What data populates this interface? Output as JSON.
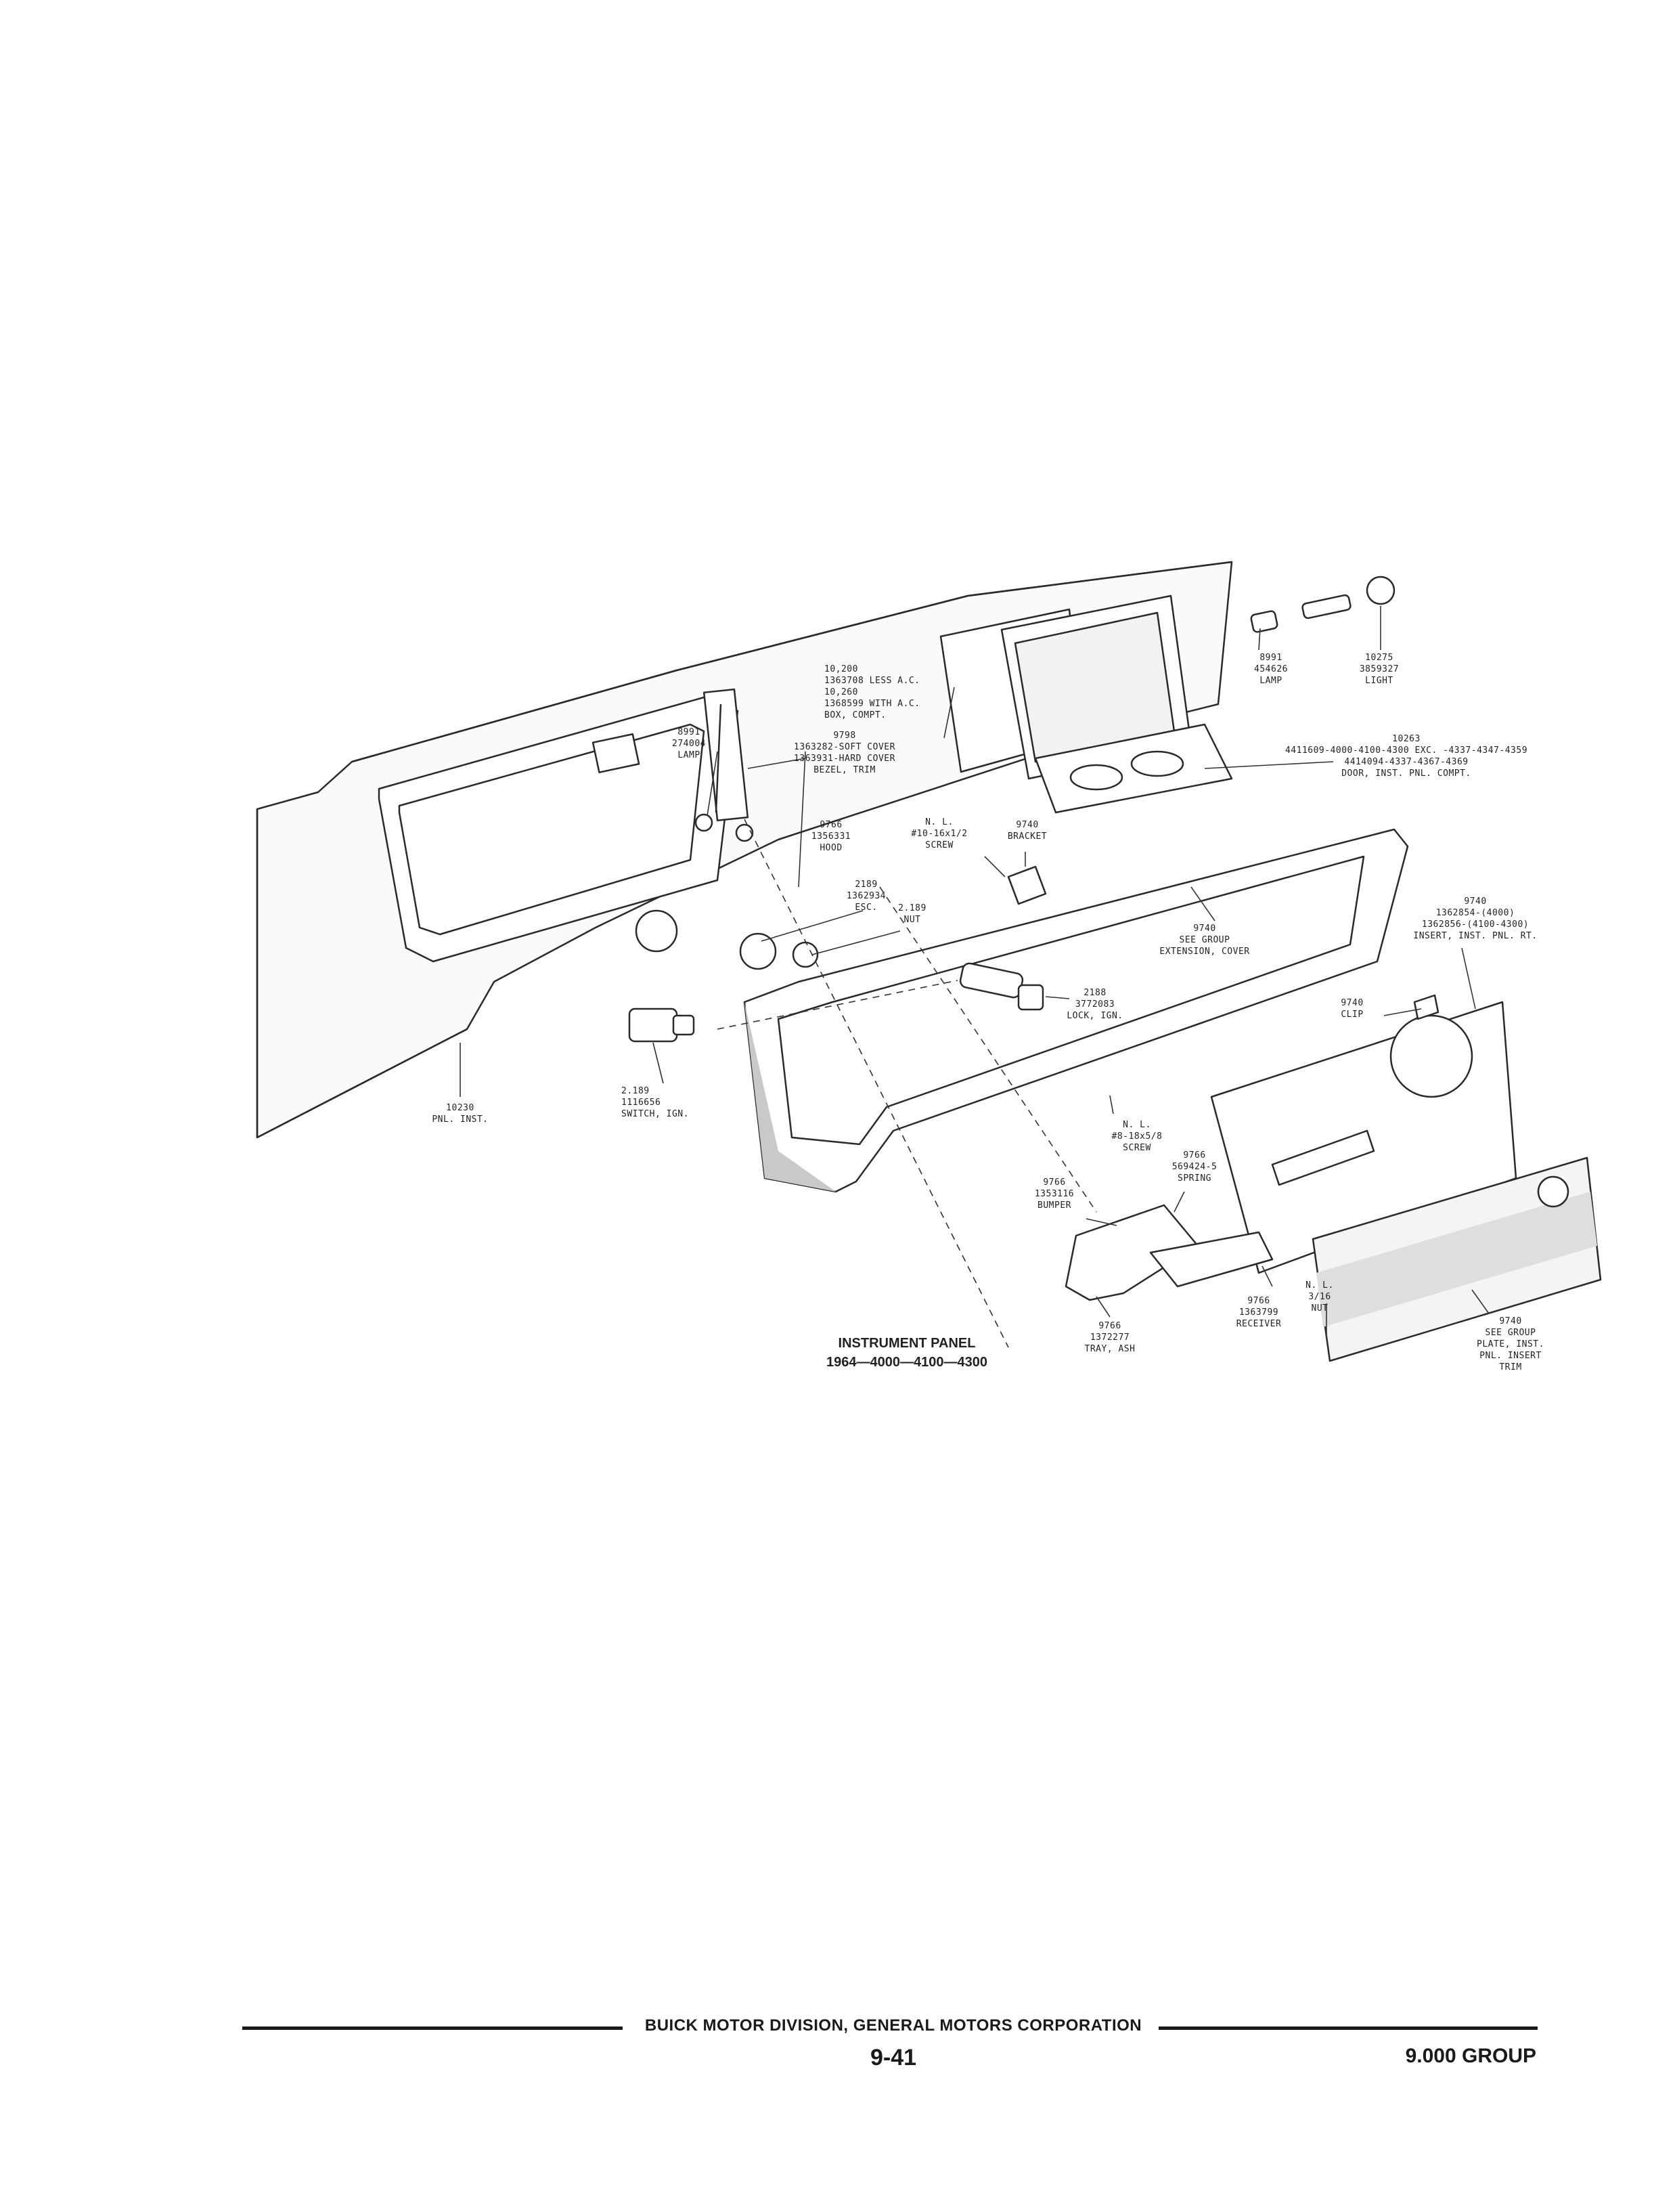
{
  "caption": {
    "title": "INSTRUMENT PANEL",
    "subtitle": "1964—4000—4100—4300"
  },
  "parts": [
    {
      "id": "10200",
      "lines": [
        "10,200",
        "1363708 LESS A.C.",
        "10,260",
        "1368599 WITH A.C.",
        "BOX, COMPT."
      ]
    },
    {
      "id": "8991-274004",
      "lines": [
        "8991",
        "274004",
        "LAMP"
      ]
    },
    {
      "id": "9798",
      "lines": [
        "9798",
        "1363282-SOFT COVER",
        "1363931-HARD COVER",
        "BEZEL, TRIM"
      ]
    },
    {
      "id": "9766-hood",
      "lines": [
        "9766",
        "1356331",
        "HOOD"
      ]
    },
    {
      "id": "nl-screw-10",
      "lines": [
        "N. L.",
        "#10-16x1/2",
        "SCREW"
      ]
    },
    {
      "id": "9740-bracket",
      "lines": [
        "9740",
        "BRACKET"
      ]
    },
    {
      "id": "8991-454626",
      "lines": [
        "8991",
        "454626",
        "LAMP"
      ]
    },
    {
      "id": "10275",
      "lines": [
        "10275",
        "3859327",
        "LIGHT"
      ]
    },
    {
      "id": "10263",
      "lines": [
        "10263",
        "4411609-4000-4100-4300 EXC. -4337-4347-4359",
        "4414094-4337-4367-4369",
        "DOOR, INST. PNL. COMPT."
      ]
    },
    {
      "id": "2189-esc",
      "lines": [
        "2189",
        "1362934",
        "ESC."
      ]
    },
    {
      "id": "2189-nut",
      "lines": [
        "2.189",
        "NUT"
      ]
    },
    {
      "id": "9740-extension",
      "lines": [
        "9740",
        "SEE GROUP",
        "EXTENSION, COVER"
      ]
    },
    {
      "id": "9740-insert",
      "lines": [
        "9740",
        "1362854-(4000)",
        "1362856-(4100-4300)",
        "INSERT, INST. PNL. RT."
      ]
    },
    {
      "id": "2188",
      "lines": [
        "2188",
        "3772083",
        "LOCK, IGN."
      ]
    },
    {
      "id": "9740-clip",
      "lines": [
        "9740",
        "CLIP"
      ]
    },
    {
      "id": "2189-switch",
      "lines": [
        "2.189",
        "1116656",
        "SWITCH, IGN."
      ]
    },
    {
      "id": "10230",
      "lines": [
        "10230",
        "PNL. INST."
      ]
    },
    {
      "id": "nl-screw-8",
      "lines": [
        "N. L.",
        "#8-18x5/8",
        "SCREW"
      ]
    },
    {
      "id": "9766-spring",
      "lines": [
        "9766",
        "569424-5",
        "SPRING"
      ]
    },
    {
      "id": "9766-bumper",
      "lines": [
        "9766",
        "1353116",
        "BUMPER"
      ]
    },
    {
      "id": "9766-receiver",
      "lines": [
        "9766",
        "1363799",
        "RECEIVER"
      ]
    },
    {
      "id": "nl-nut-316",
      "lines": [
        "N. L.",
        "3/16",
        "NUT"
      ]
    },
    {
      "id": "9766-tray",
      "lines": [
        "9766",
        "1372277",
        "TRAY, ASH"
      ]
    },
    {
      "id": "9740-plate",
      "lines": [
        "9740",
        "SEE GROUP",
        "PLATE, INST.",
        "PNL. INSERT",
        "TRIM"
      ]
    }
  ],
  "footer": {
    "division": "BUICK MOTOR DIVISION, GENERAL MOTORS CORPORATION",
    "page": "9-41",
    "group": "9.000 GROUP"
  }
}
